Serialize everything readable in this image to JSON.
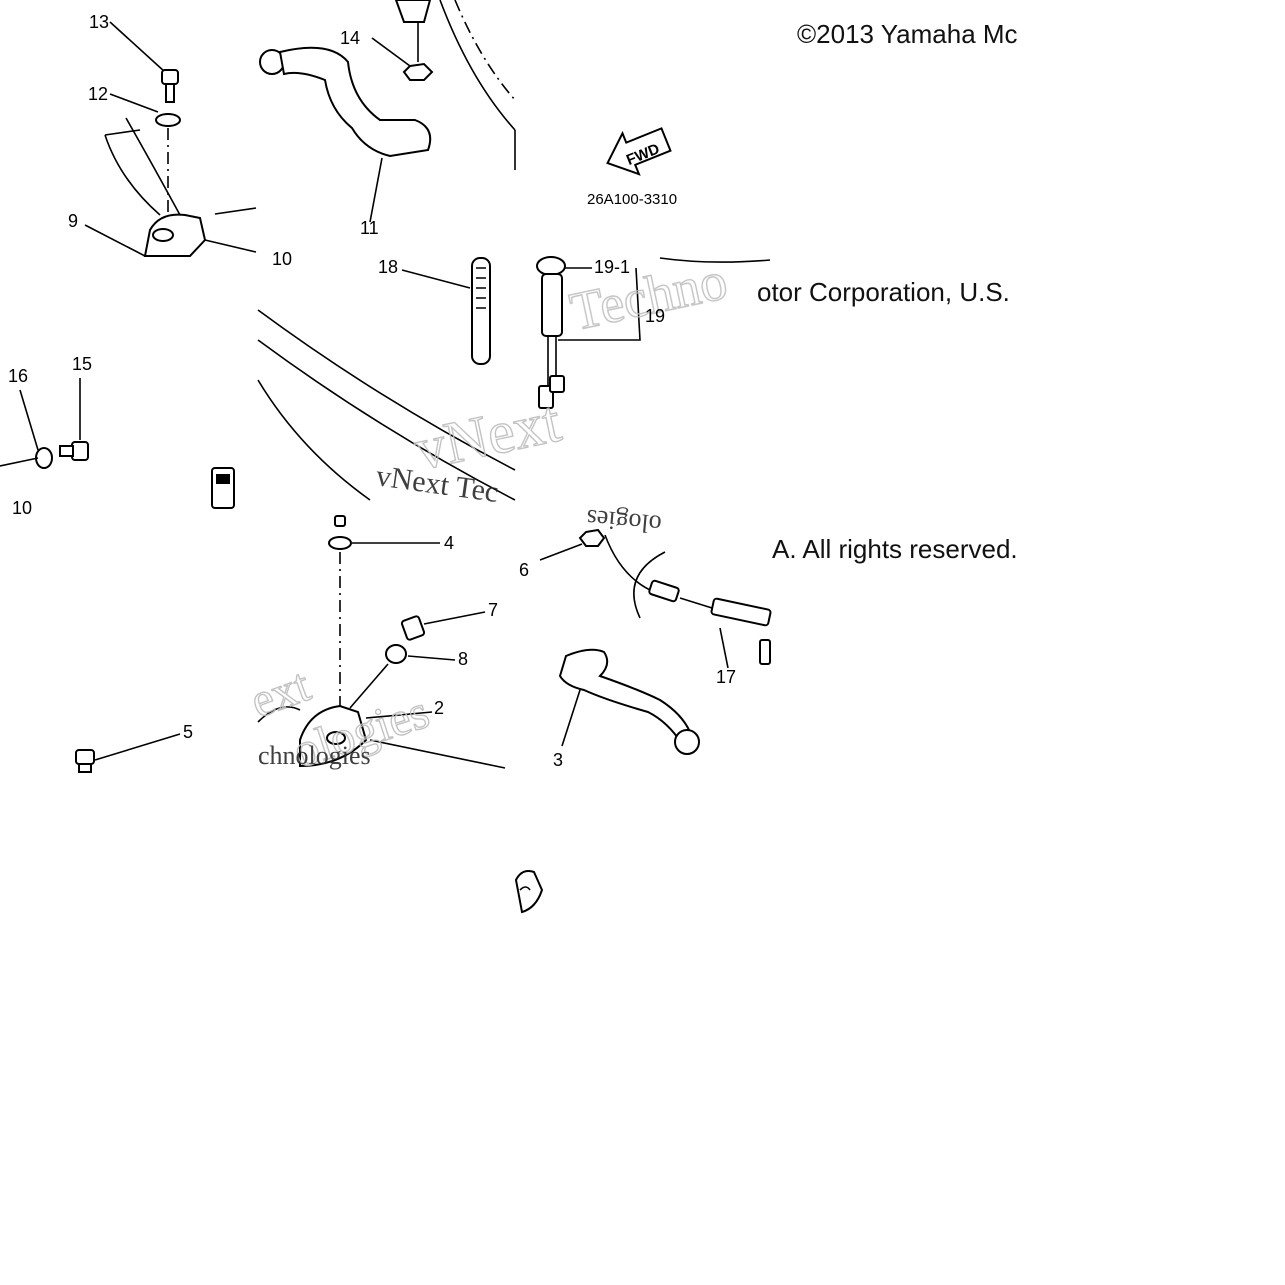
{
  "copyright": {
    "segment_1": "©2013 Yamaha Mc",
    "segment_2": "otor Corporation, U.S.",
    "segment_3": "A. All rights reserved."
  },
  "diagram_code": "26A100-3310",
  "direction_label": "FWD",
  "callouts": {
    "c2": "2",
    "c3": "3",
    "c4": "4",
    "c5": "5",
    "c6": "6",
    "c7": "7",
    "c8": "8",
    "c9": "9",
    "c10a": "10",
    "c10b": "10",
    "c11": "11",
    "c12": "12",
    "c13": "13",
    "c14": "14",
    "c15": "15",
    "c16": "16",
    "c17": "17",
    "c18": "18",
    "c19": "19",
    "c19_1": "19-1"
  },
  "watermark": {
    "brand_1": "vNext",
    "brand_2": "Technologies",
    "overlay_1": "vNext Tec",
    "overlay_2": "Techno",
    "overlay_3": "ext",
    "overlay_4": "ologies",
    "overlay_5": "chnologies",
    "overlay_6": "ologies"
  }
}
